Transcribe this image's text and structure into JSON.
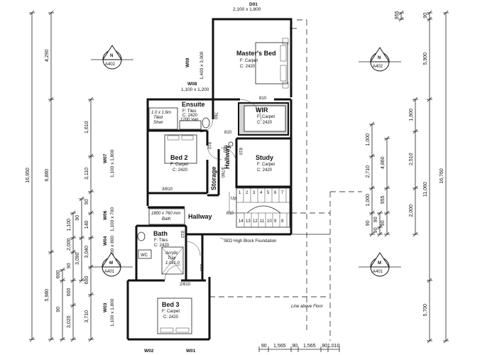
{
  "rooms": {
    "master_bed": {
      "name": "Master's Bed",
      "floor": "F: Carpet",
      "ceiling": "C: 2420"
    },
    "ensuite": {
      "name": "Ensuite",
      "floor": "F: Tiles",
      "ceiling": "C: 2420",
      "shower": "1.0 x 1.6m",
      "shower2": "Tiled",
      "shower3": "Shwr",
      "vanity": "1200 Van"
    },
    "wir": {
      "name": "WIR",
      "floor": "F: Carpet",
      "ceiling": "C: 2420"
    },
    "bed2": {
      "name": "Bed 2",
      "floor": "F: Carpet",
      "ceiling": "C: 2420"
    },
    "study": {
      "name": "Study",
      "floor": "F: Carpet",
      "ceiling": "C: 2420"
    },
    "bath": {
      "name": "Bath",
      "floor": "F: Tiles",
      "ceiling": "C: 2420",
      "bath_size": "1800 x 760 mm",
      "bath_word": "Bath",
      "tray": "Acrylic",
      "tray2": "Tray",
      "tray3": "1.0x1.0"
    },
    "bed3": {
      "name": "Bed 3",
      "floor": "F: Carpet",
      "ceiling": "C: 2420"
    },
    "hallway_v": "Hallway",
    "hallway_h": "Hallway",
    "storage": "Storage"
  },
  "windows": {
    "d01": {
      "id": "D01",
      "size": "2,100 x 1,800"
    },
    "w09": {
      "id": "W09",
      "size": "1,400 x 3,000"
    },
    "w08": {
      "id": "W08",
      "size": "1,100 x 1,200"
    },
    "w07": {
      "id": "W07",
      "size": "1,100 x 1,800"
    },
    "w06": {
      "id": "W06",
      "size": "1,100 x 700"
    },
    "w04": {
      "id": "W04",
      "size": "1,100 x 800"
    },
    "w03": {
      "id": "W03",
      "size": "1,100 x 1,800"
    },
    "w02": "W02",
    "w01": "W01"
  },
  "openings": [
    "810",
    "760",
    "810",
    "810",
    "810",
    "3/810",
    "3/760",
    "810",
    "2/810",
    "810",
    "810",
    "810"
  ],
  "stairs": {
    "up": "Up",
    "treads_top": [
      "1",
      "2",
      "3",
      "4",
      "5",
      "6",
      "7"
    ],
    "treads_bottom": [
      "14",
      "13",
      "12",
      "11",
      "10",
      "9",
      "8"
    ]
  },
  "annotations": {
    "foundation": "SED High Block Foundation",
    "line_above": "Line above Floor",
    "wc": "WC"
  },
  "markers": [
    {
      "letter": "N",
      "sheet": "A402"
    },
    {
      "letter": "N",
      "sheet": "A402"
    },
    {
      "letter": "M",
      "sheet": "A401"
    },
    {
      "letter": "M",
      "sheet": "A401"
    }
  ],
  "dims_left": {
    "overall": "16,950",
    "outer": [
      "4,290",
      "6,880",
      "5,980"
    ],
    "mid": [
      "1,610",
      "3,110",
      "2,000",
      "3,040",
      "600",
      "3,710",
      "3,020"
    ],
    "inner": [
      "90",
      "90",
      "600",
      "140",
      "1,100",
      "90",
      "90",
      "3,090",
      "600"
    ]
  },
  "dims_right": {
    "overall": "16,760",
    "outer": [
      "90",
      "5,900",
      "11,060",
      "5,700"
    ],
    "mid": [
      "1,900",
      "2,510",
      "2,000",
      "4,860",
      "955",
      "2,710",
      "1,000",
      "1,000"
    ],
    "inner": [
      "955",
      "90",
      "90",
      "90",
      "90",
      "90",
      "90"
    ]
  },
  "dims_bottom": [
    "90",
    "1,565",
    "90",
    "1,565",
    "90",
    "1,010"
  ]
}
